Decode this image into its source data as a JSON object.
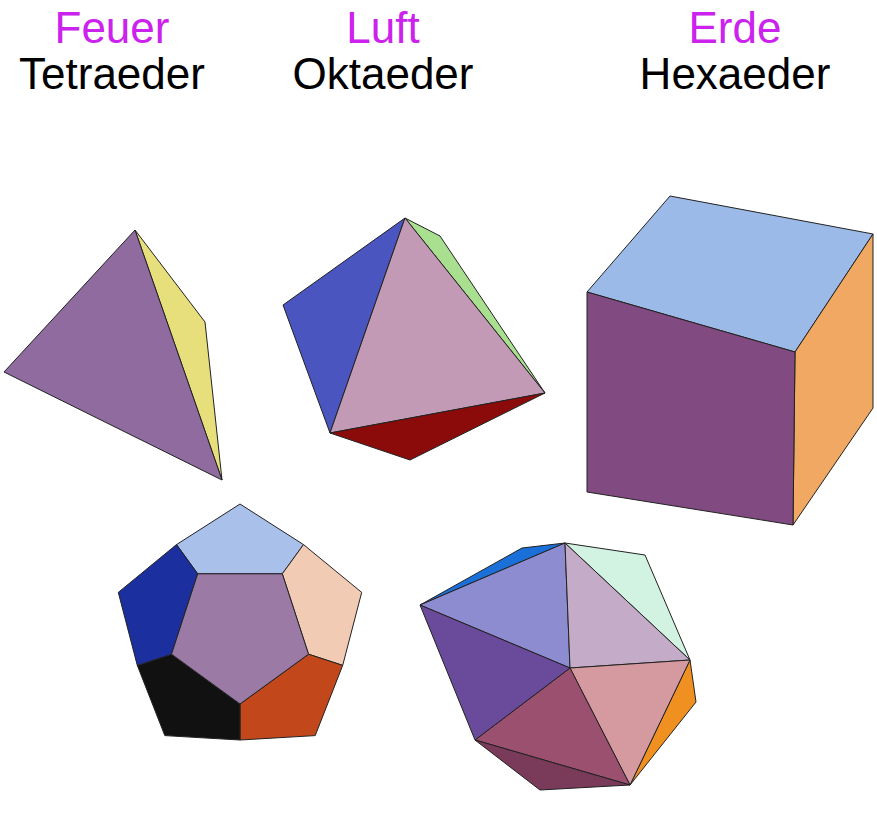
{
  "diagram": {
    "labels": [
      "Feuer",
      "Tetraeder",
      "Luft",
      "Oktaeder",
      "Erde",
      "Hexaeder"
    ]
  }
}
